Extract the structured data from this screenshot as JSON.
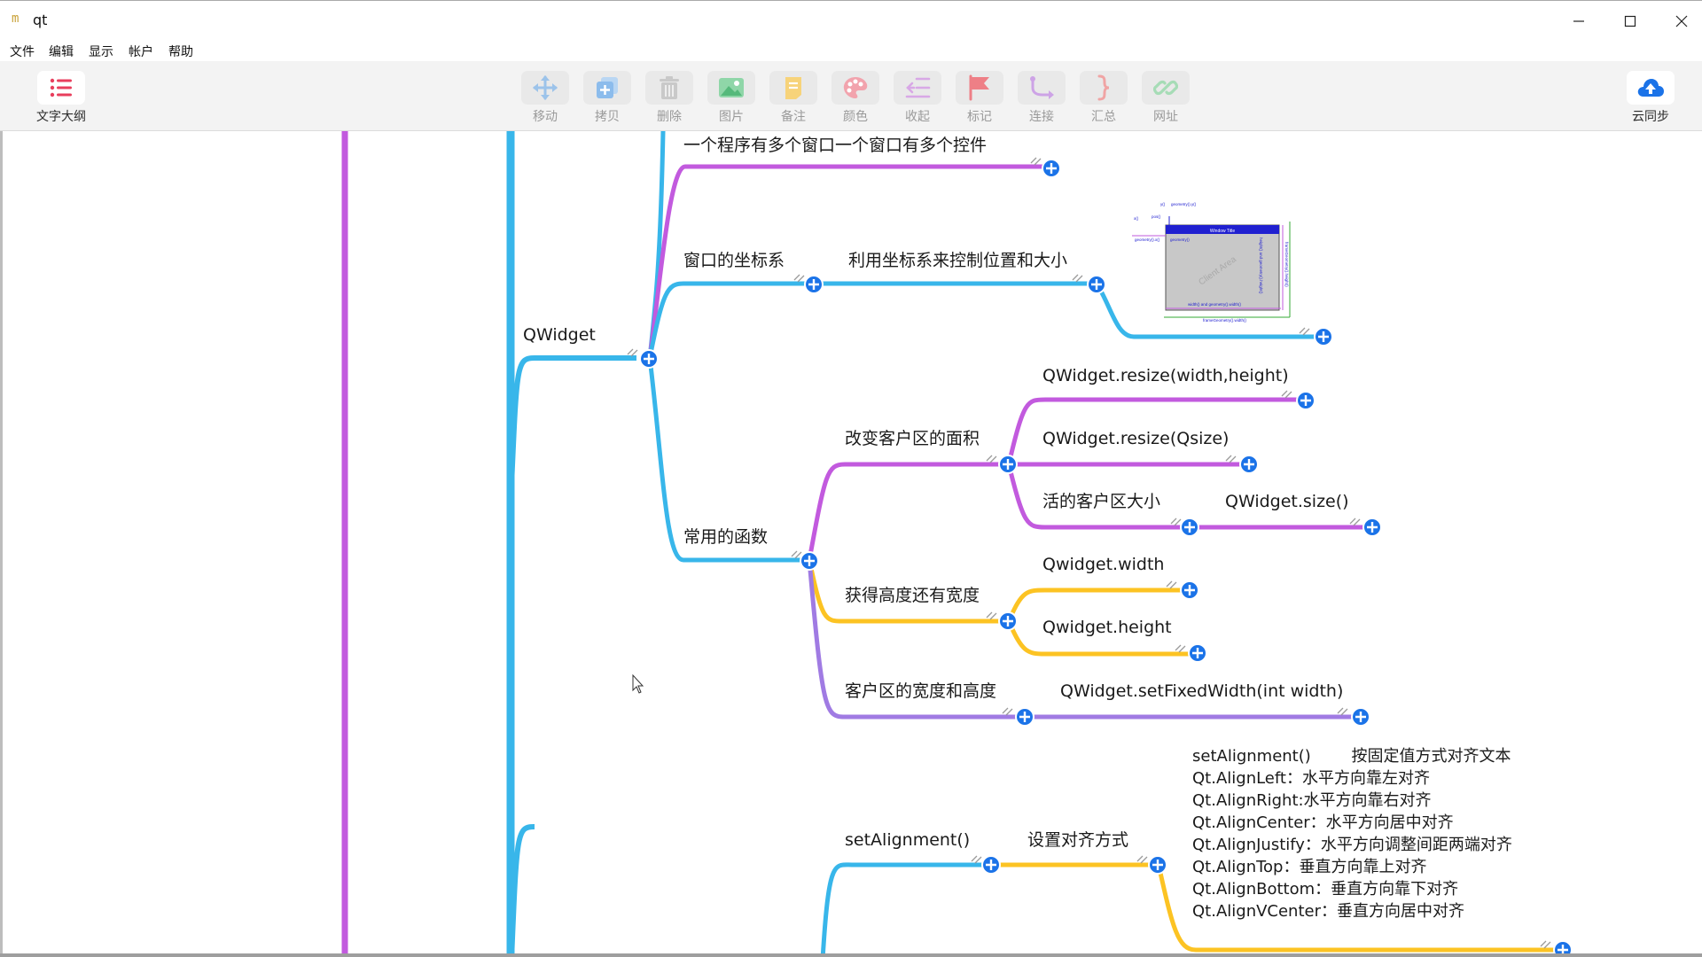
{
  "window": {
    "app_icon_glyph": "m",
    "title": "qt",
    "controls": [
      "minimize-icon",
      "maximize-icon",
      "close-icon"
    ]
  },
  "menu": {
    "items": [
      "文件",
      "编辑",
      "显示",
      "帐户",
      "帮助"
    ]
  },
  "toolbar": {
    "outline_label": "文字大纲",
    "tools": [
      {
        "label": "移动",
        "icon": "move-icon"
      },
      {
        "label": "拷贝",
        "icon": "copy-icon"
      },
      {
        "label": "删除",
        "icon": "trash-icon"
      },
      {
        "label": "图片",
        "icon": "image-icon"
      },
      {
        "label": "备注",
        "icon": "note-icon"
      },
      {
        "label": "颜色",
        "icon": "palette-icon"
      },
      {
        "label": "收起",
        "icon": "collapse-icon"
      },
      {
        "label": "标记",
        "icon": "flag-icon"
      },
      {
        "label": "连接",
        "icon": "connect-icon"
      },
      {
        "label": "汇总",
        "icon": "brace-icon"
      },
      {
        "label": "网址",
        "icon": "link-icon"
      }
    ],
    "sync_label": "云同步"
  },
  "colors": {
    "purple": "#c25ade",
    "blue": "#38b6ea",
    "yellow": "#fcc323",
    "violet": "#a07be3",
    "expand": "#1b73e8",
    "toolbar_bg": "#f3f3f3"
  },
  "mindmap": {
    "nodes": {
      "qwidget": "QWidget",
      "multi_window": "一个程序有多个窗口一个窗口有多个控件",
      "coord_system": "窗口的坐标系",
      "coord_use": "利用坐标系来控制位置和大小",
      "common_funcs": "常用的函数",
      "change_area": "改变客户区的面积",
      "resize_wh": "QWidget.resize(width,height)",
      "resize_q": "QWidget.resize(Qsize)",
      "get_client_size": "活的客户区大小",
      "size_fn": "QWidget.size()",
      "get_hw": "获得高度还有宽度",
      "width_fn": "Qwidget.width",
      "height_fn": "Qwidget.height",
      "client_wh": "客户区的宽度和高度",
      "fixed_width": "QWidget.setFixedWidth(int width)",
      "set_alignment": "setAlignment()",
      "set_align_mode": "设置对齐方式"
    },
    "alignment_note": [
      "setAlignment()        按固定值方式对齐文本",
      "Qt.AlignLeft：水平方向靠左对齐",
      "Qt.AlignRight:水平方向靠右对齐",
      "Qt.AlignCenter：水平方向居中对齐",
      "Qt.AlignJustify：水平方向调整间距两端对齐",
      "Qt.AlignTop：垂直方向靠上对齐",
      "Qt.AlignBottom：垂直方向靠下对齐",
      "Qt.AlignVCenter：垂直方向居中对齐"
    ],
    "diagram_image": {
      "title": "Window Title",
      "client": "Client Area",
      "labels": [
        "geometry().y()",
        "geometry().x()",
        "geometry()",
        "pos()",
        "x()",
        "y()",
        "width() and geometry().width()",
        "frameGeometry().width()",
        "height() and geometry().height()",
        "frameGeometry().height()"
      ]
    }
  }
}
